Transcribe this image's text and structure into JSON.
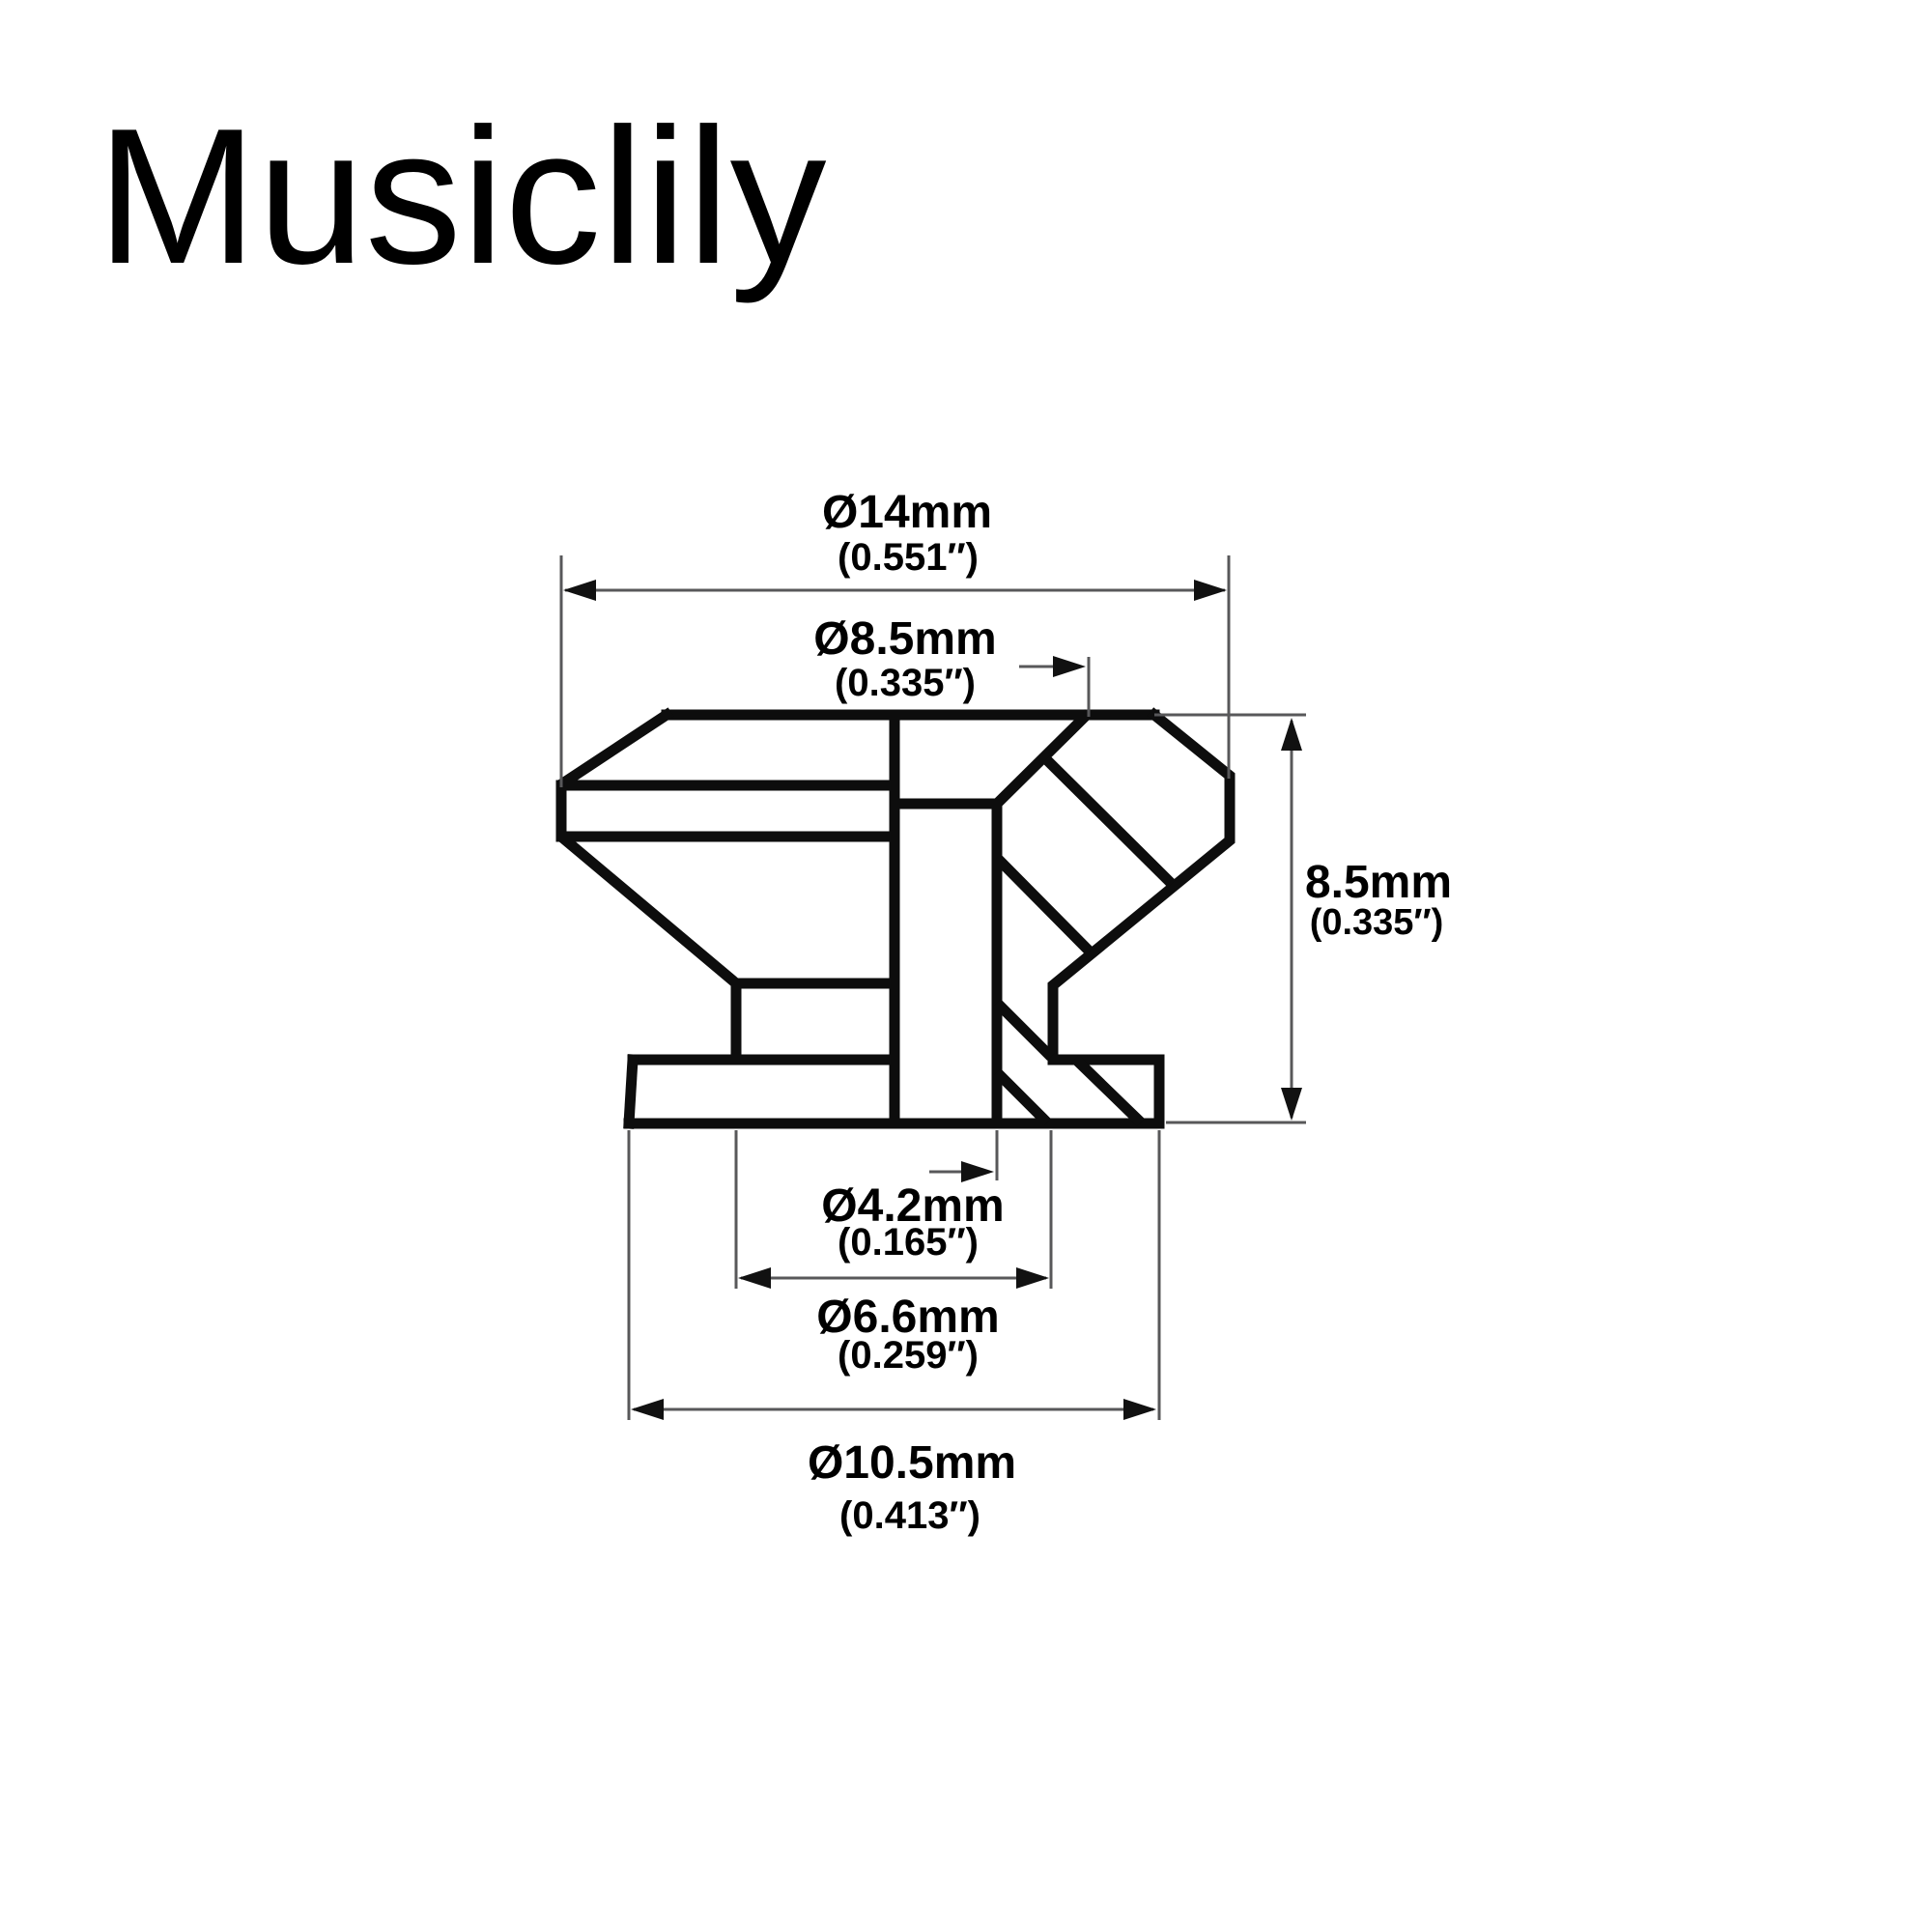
{
  "logo": {
    "text": "Musiclily"
  },
  "colors": {
    "background": "#ffffff",
    "outline": "#0d0d0d",
    "dimension_line": "#58585a",
    "label_text": "#000000"
  },
  "drawing": {
    "description": "strap-button-cross-section",
    "dimensions": {
      "head_diameter": {
        "mm": "Ø14mm",
        "inch": "(0.551″)"
      },
      "countersink_diameter": {
        "mm": "Ø8.5mm",
        "inch": "(0.335″)"
      },
      "overall_height": {
        "mm": "8.5mm",
        "inch": "(0.335″)"
      },
      "hole_diameter": {
        "mm": "Ø4.2mm",
        "inch": "(0.165″)"
      },
      "neck_diameter": {
        "mm": "Ø6.6mm",
        "inch": "(0.259″)"
      },
      "flange_diameter": {
        "mm": "Ø10.5mm",
        "inch": "(0.413″)"
      }
    }
  }
}
